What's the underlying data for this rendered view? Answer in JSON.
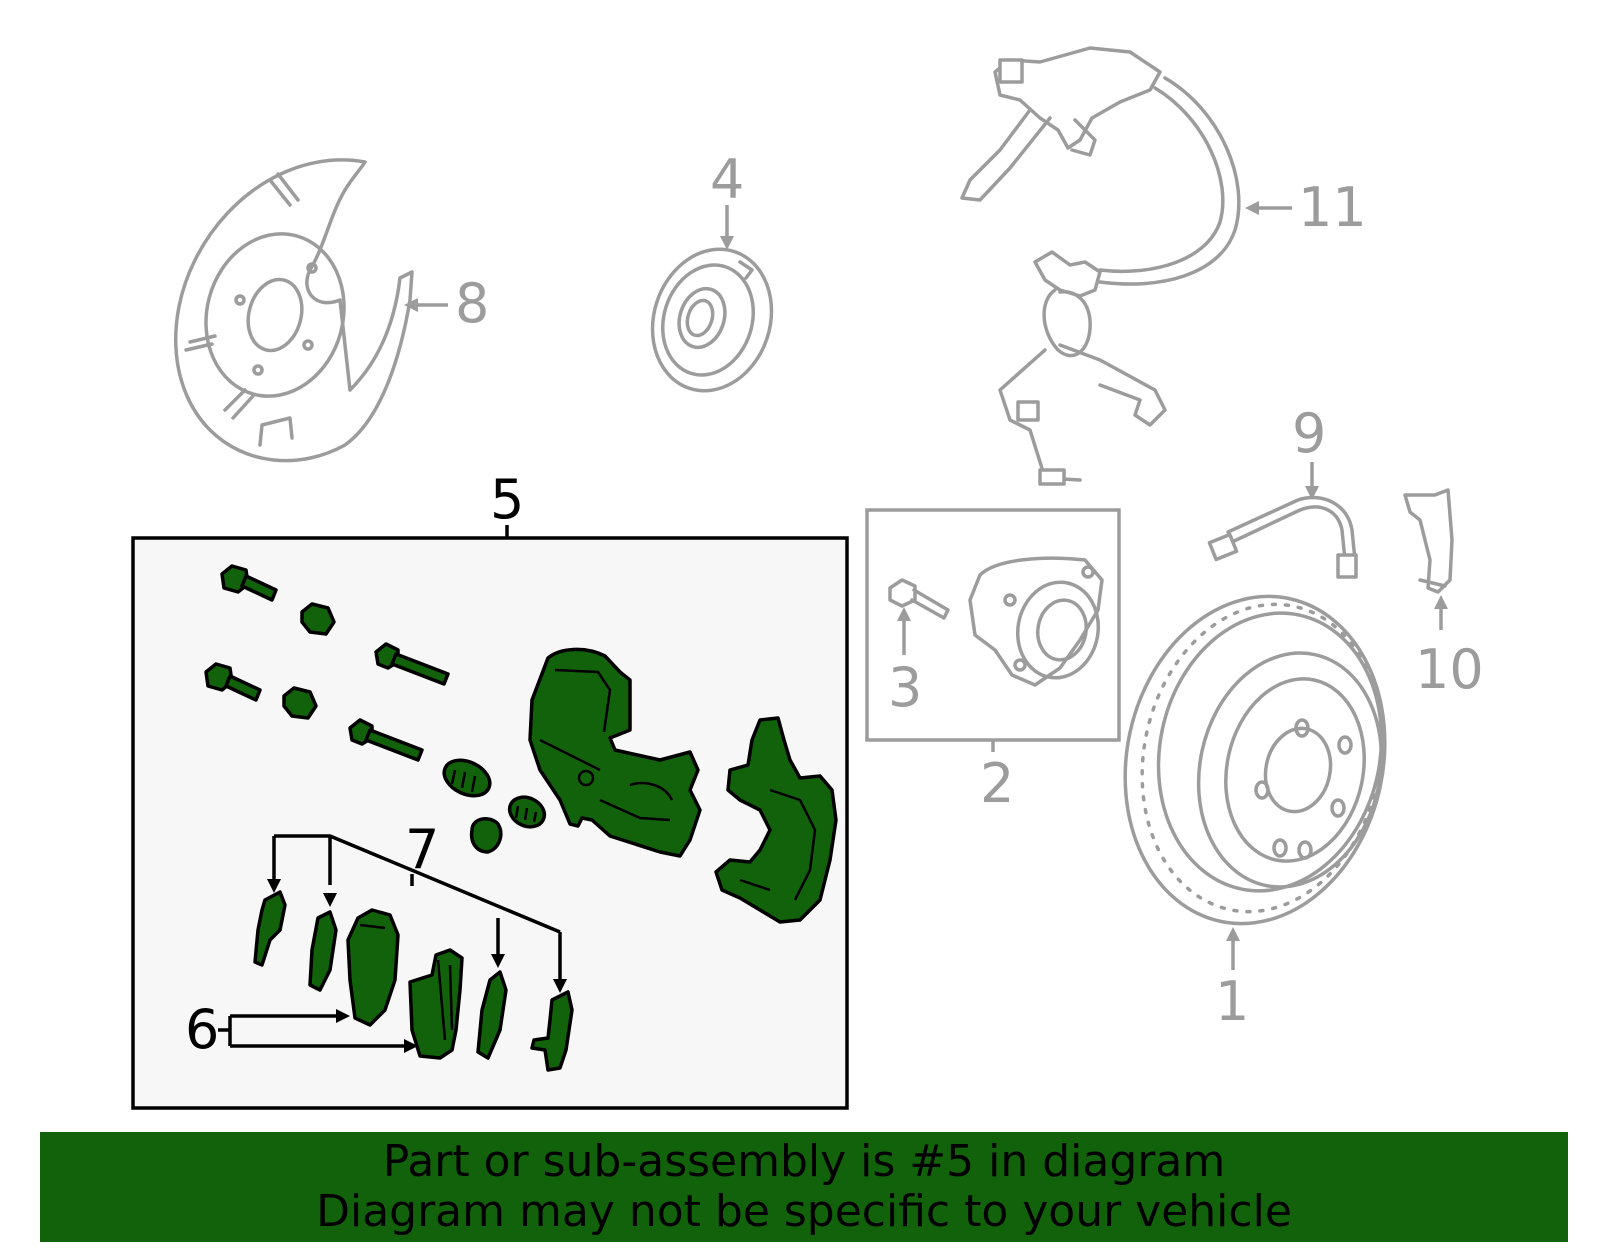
{
  "callouts": {
    "c1": "1",
    "c2": "2",
    "c3": "3",
    "c4": "4",
    "c5": "5",
    "c6": "6",
    "c7": "7",
    "c8": "8",
    "c9": "9",
    "c10": "10",
    "c11": "11"
  },
  "banner": {
    "line1": "Part or sub-assembly is #5 in diagram",
    "line2": "Diagram may not be specific to your vehicle"
  },
  "colors": {
    "highlight": "#12620c",
    "line_gray": "#9c9c9c",
    "box_fill": "#f7f7f7"
  }
}
